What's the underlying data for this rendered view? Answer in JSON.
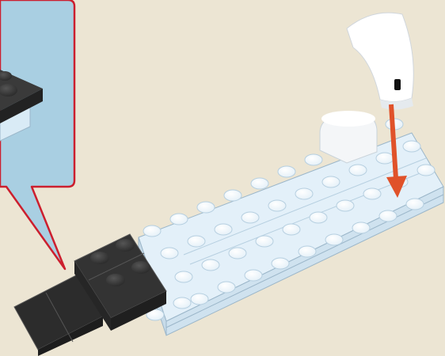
{
  "scene": {
    "background_color": "#ece5d3",
    "callout_fill_color": "#a9cfe2",
    "callout_border_color": "#cc1f2e",
    "plate_color": "#d9ebf6",
    "plate_edge_color": "#9bb6c9",
    "dark_brick_color": "#2c2c2c",
    "white_part_color": "#ffffff",
    "arrow_color": "#e0522a"
  },
  "parts": [
    {
      "name": "light-blue-plate-assembly",
      "color": "light blue"
    },
    {
      "name": "dark-grey-plate-stack",
      "color": "dark grey"
    },
    {
      "name": "white-curved-slope",
      "color": "white"
    },
    {
      "name": "white-round-brick",
      "color": "white"
    }
  ],
  "icons": [
    "placement-arrow-icon",
    "callout-bubble-icon"
  ]
}
